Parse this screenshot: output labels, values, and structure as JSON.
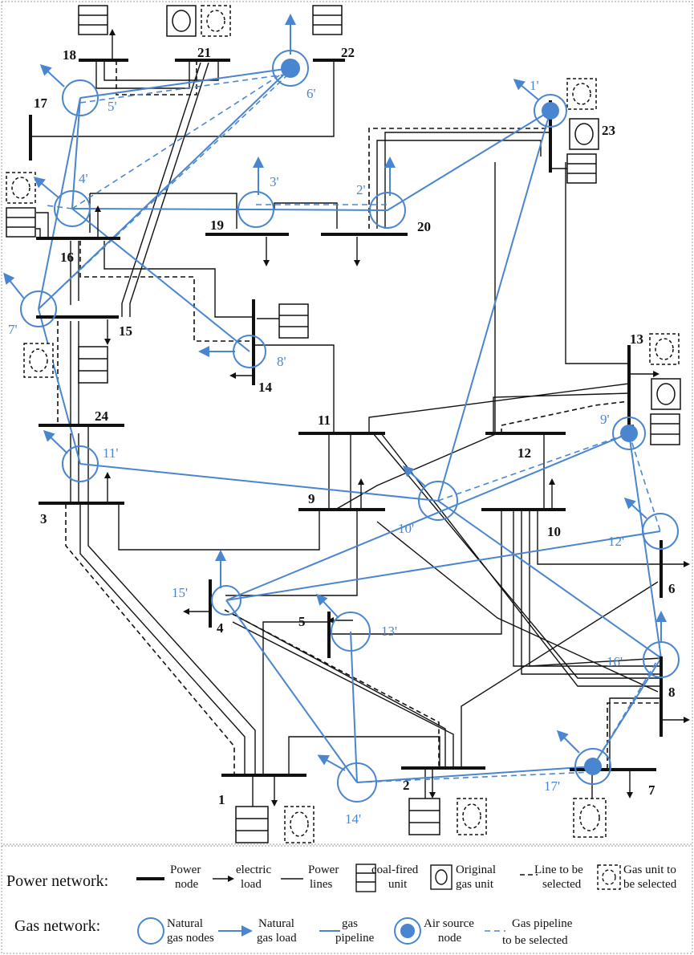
{
  "power_nodes": [
    {
      "id": "1",
      "label": "1"
    },
    {
      "id": "2",
      "label": "2"
    },
    {
      "id": "3",
      "label": "3"
    },
    {
      "id": "4",
      "label": "4"
    },
    {
      "id": "5",
      "label": "5"
    },
    {
      "id": "6",
      "label": "6"
    },
    {
      "id": "7",
      "label": "7"
    },
    {
      "id": "8",
      "label": "8"
    },
    {
      "id": "9",
      "label": "9"
    },
    {
      "id": "10",
      "label": "10"
    },
    {
      "id": "11",
      "label": "11"
    },
    {
      "id": "12",
      "label": "12"
    },
    {
      "id": "13",
      "label": "13"
    },
    {
      "id": "14",
      "label": "14"
    },
    {
      "id": "15",
      "label": "15"
    },
    {
      "id": "16",
      "label": "16"
    },
    {
      "id": "17",
      "label": "17"
    },
    {
      "id": "18",
      "label": "18"
    },
    {
      "id": "19",
      "label": "19"
    },
    {
      "id": "20",
      "label": "20"
    },
    {
      "id": "21",
      "label": "21"
    },
    {
      "id": "22",
      "label": "22"
    },
    {
      "id": "23",
      "label": "23"
    },
    {
      "id": "24",
      "label": "24"
    }
  ],
  "gas_nodes": [
    {
      "id": "1'",
      "label": "1'",
      "air_source": true
    },
    {
      "id": "2'",
      "label": "2'",
      "air_source": false
    },
    {
      "id": "3'",
      "label": "3'",
      "air_source": false
    },
    {
      "id": "4'",
      "label": "4'",
      "air_source": false
    },
    {
      "id": "5'",
      "label": "5'",
      "air_source": false
    },
    {
      "id": "6'",
      "label": "6'",
      "air_source": true
    },
    {
      "id": "7'",
      "label": "7'",
      "air_source": false
    },
    {
      "id": "8'",
      "label": "8'",
      "air_source": false
    },
    {
      "id": "9'",
      "label": "9'",
      "air_source": true
    },
    {
      "id": "10'",
      "label": "10'",
      "air_source": false
    },
    {
      "id": "11'",
      "label": "11'",
      "air_source": false
    },
    {
      "id": "12'",
      "label": "12'",
      "air_source": false
    },
    {
      "id": "13'",
      "label": "13'",
      "air_source": false
    },
    {
      "id": "14'",
      "label": "14'",
      "air_source": false
    },
    {
      "id": "15'",
      "label": "15'",
      "air_source": false
    },
    {
      "id": "16'",
      "label": "16'",
      "air_source": false
    },
    {
      "id": "17'",
      "label": "17'",
      "air_source": true
    }
  ],
  "legend": {
    "power_title": "Power network:",
    "power_node": [
      "Power",
      "node"
    ],
    "electric_load": [
      "electric",
      "load"
    ],
    "power_lines": [
      "Power",
      "lines"
    ],
    "coal_unit": [
      "coal-fired",
      "unit"
    ],
    "orig_gas_unit": [
      "Original",
      "gas unit"
    ],
    "line_selected": [
      "Line to be",
      "selected"
    ],
    "gas_unit_selected": [
      "Gas unit to",
      "be selected"
    ],
    "gas_title": "Gas network:",
    "gas_nodes": [
      "Natural",
      "gas nodes"
    ],
    "gas_load": [
      "Natural",
      "gas load"
    ],
    "gas_pipeline": [
      "gas",
      "pipeline"
    ],
    "air_source": [
      "Air source",
      "node"
    ],
    "pipeline_selected": [
      "Gas pipeline",
      "to be selected"
    ]
  },
  "colors": {
    "power": "#111111",
    "gas": "#4a86d0",
    "air_fill": "#4a86d0"
  }
}
